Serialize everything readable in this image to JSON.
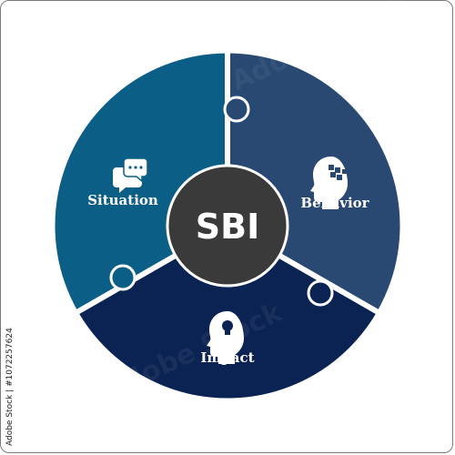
{
  "diagram": {
    "center_label": "SBI",
    "segments": [
      {
        "label": "Situation",
        "icon": "chat-bubbles-icon",
        "color": "#0b5f86"
      },
      {
        "label": "Behavior",
        "icon": "head-puzzle-icon",
        "color": "#294872"
      },
      {
        "label": "Impact",
        "icon": "head-lightbulb-icon",
        "color": "#0b2352"
      }
    ],
    "center_color": "#3a3a3a"
  },
  "stock_id": "Adobe Stock | #1072257624",
  "watermark": "Adobe Stock"
}
